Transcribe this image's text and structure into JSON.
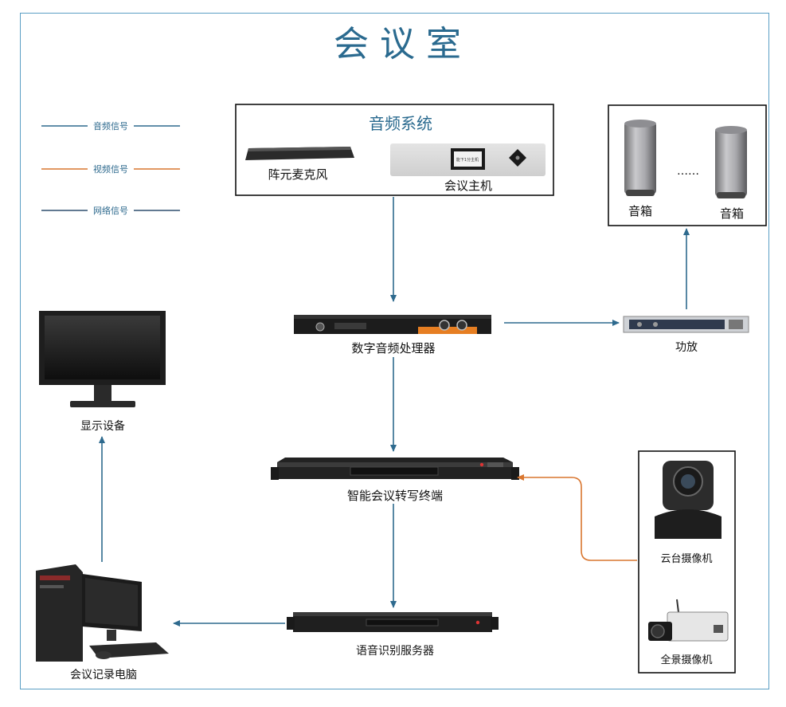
{
  "title": "会议室",
  "legend": [
    {
      "label": "音频信号",
      "color": "#2e6a8e"
    },
    {
      "label": "视频信号",
      "color": "#d9762f"
    },
    {
      "label": "网络信号",
      "color": "#2e4f6e"
    }
  ],
  "audio_system": {
    "title": "音频系统",
    "mic_label": "阵元麦克风",
    "host_label": "会议主机",
    "host_screen_text": "能下1分主机"
  },
  "speakers": {
    "left_label": "音箱",
    "right_label": "音箱",
    "ellipsis": "……"
  },
  "devices": {
    "dsp": "数字音频处理器",
    "amp": "功放",
    "display": "显示设备",
    "terminal": "智能会议转写终端",
    "ptz_camera": "云台摄像机",
    "pano_camera": "全景摄像机",
    "asr_server": "语音识别服务器",
    "pc": "会议记录电脑"
  },
  "colors": {
    "audio": "#2e6a8e",
    "video": "#d9762f",
    "title": "#2a6a8f"
  }
}
